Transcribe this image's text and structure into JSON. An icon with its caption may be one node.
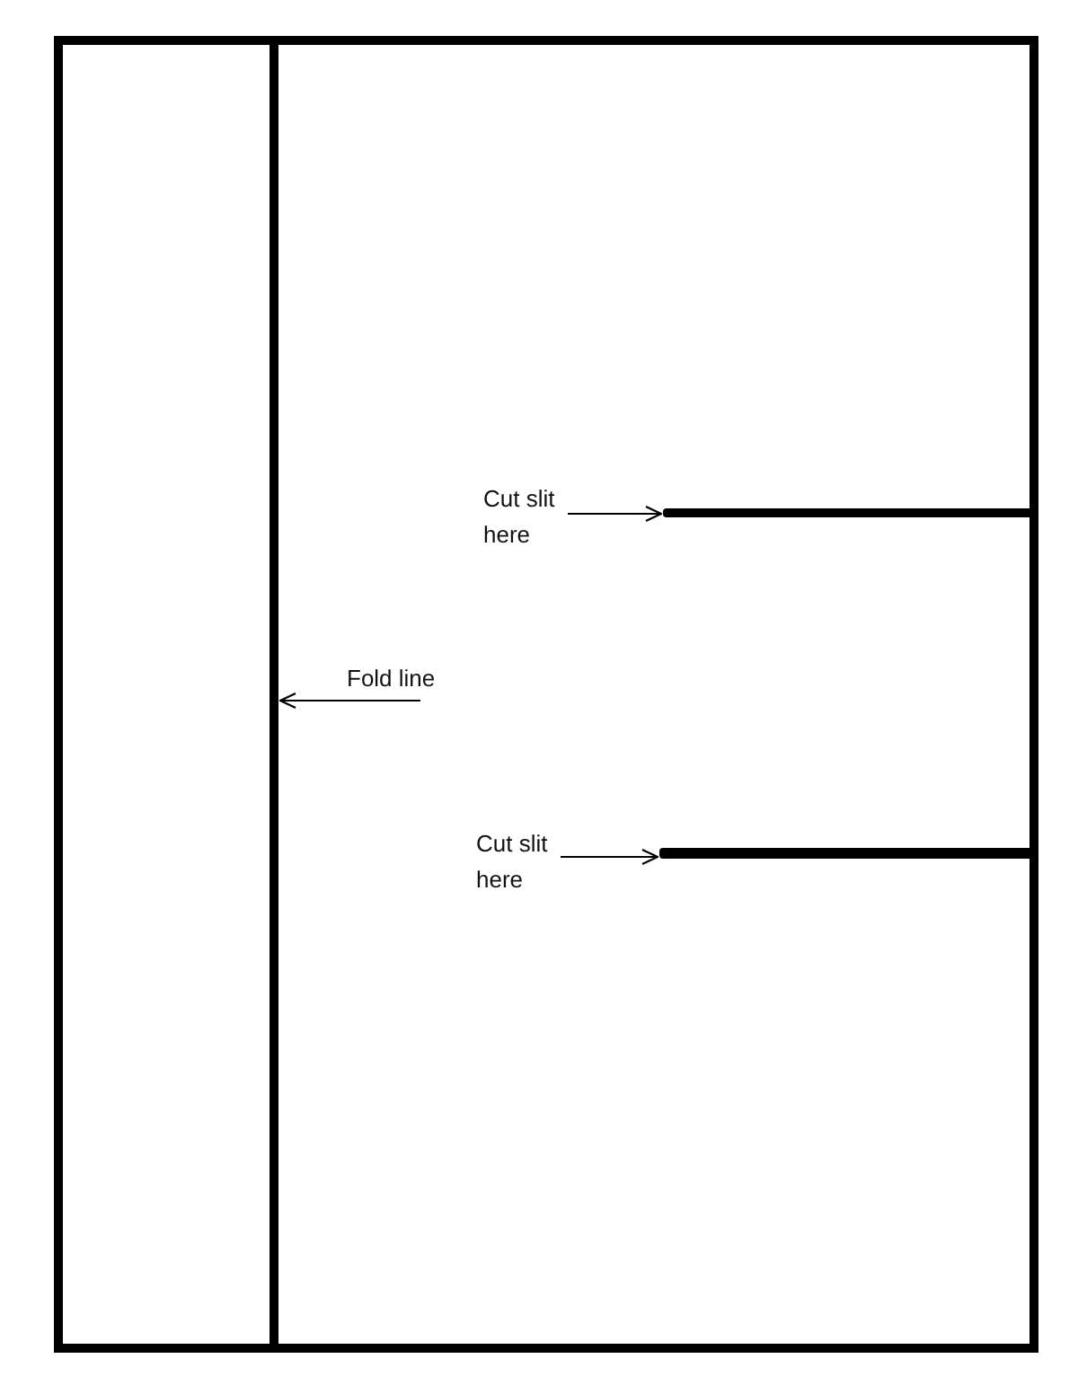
{
  "diagram": {
    "nodes": [
      {
        "text": [],
        "shape": "line"
      },
      {
        "text": [
          "Cut slit here"
        ]
      },
      {
        "text": [],
        "shape": "line"
      },
      {
        "text": [
          "Fold line"
        ]
      },
      {
        "text": [
          "Cut slit here"
        ]
      },
      {
        "text": [],
        "shape": "line"
      }
    ],
    "edges": [
      {
        "from": 1,
        "to": 2,
        "arrow": "to"
      },
      {
        "from": 3,
        "to": 0,
        "arrow": "to"
      },
      {
        "from": 4,
        "to": 5,
        "arrow": "to"
      }
    ]
  }
}
